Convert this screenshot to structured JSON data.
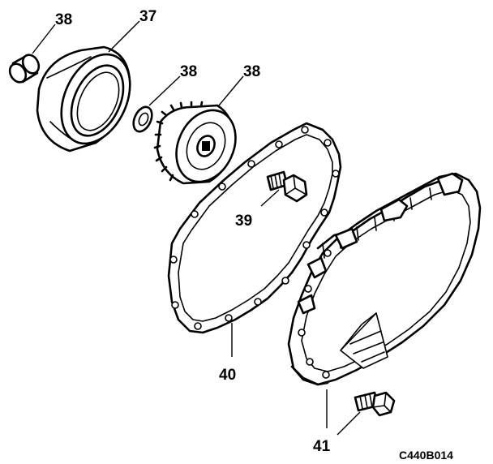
{
  "callouts": {
    "bushing": "38",
    "bearing_race": "37",
    "washer": "38",
    "gear": "38",
    "bolt_39": "39",
    "gasket": "40",
    "bolt_41": "41"
  },
  "figure_code": "C440B014"
}
